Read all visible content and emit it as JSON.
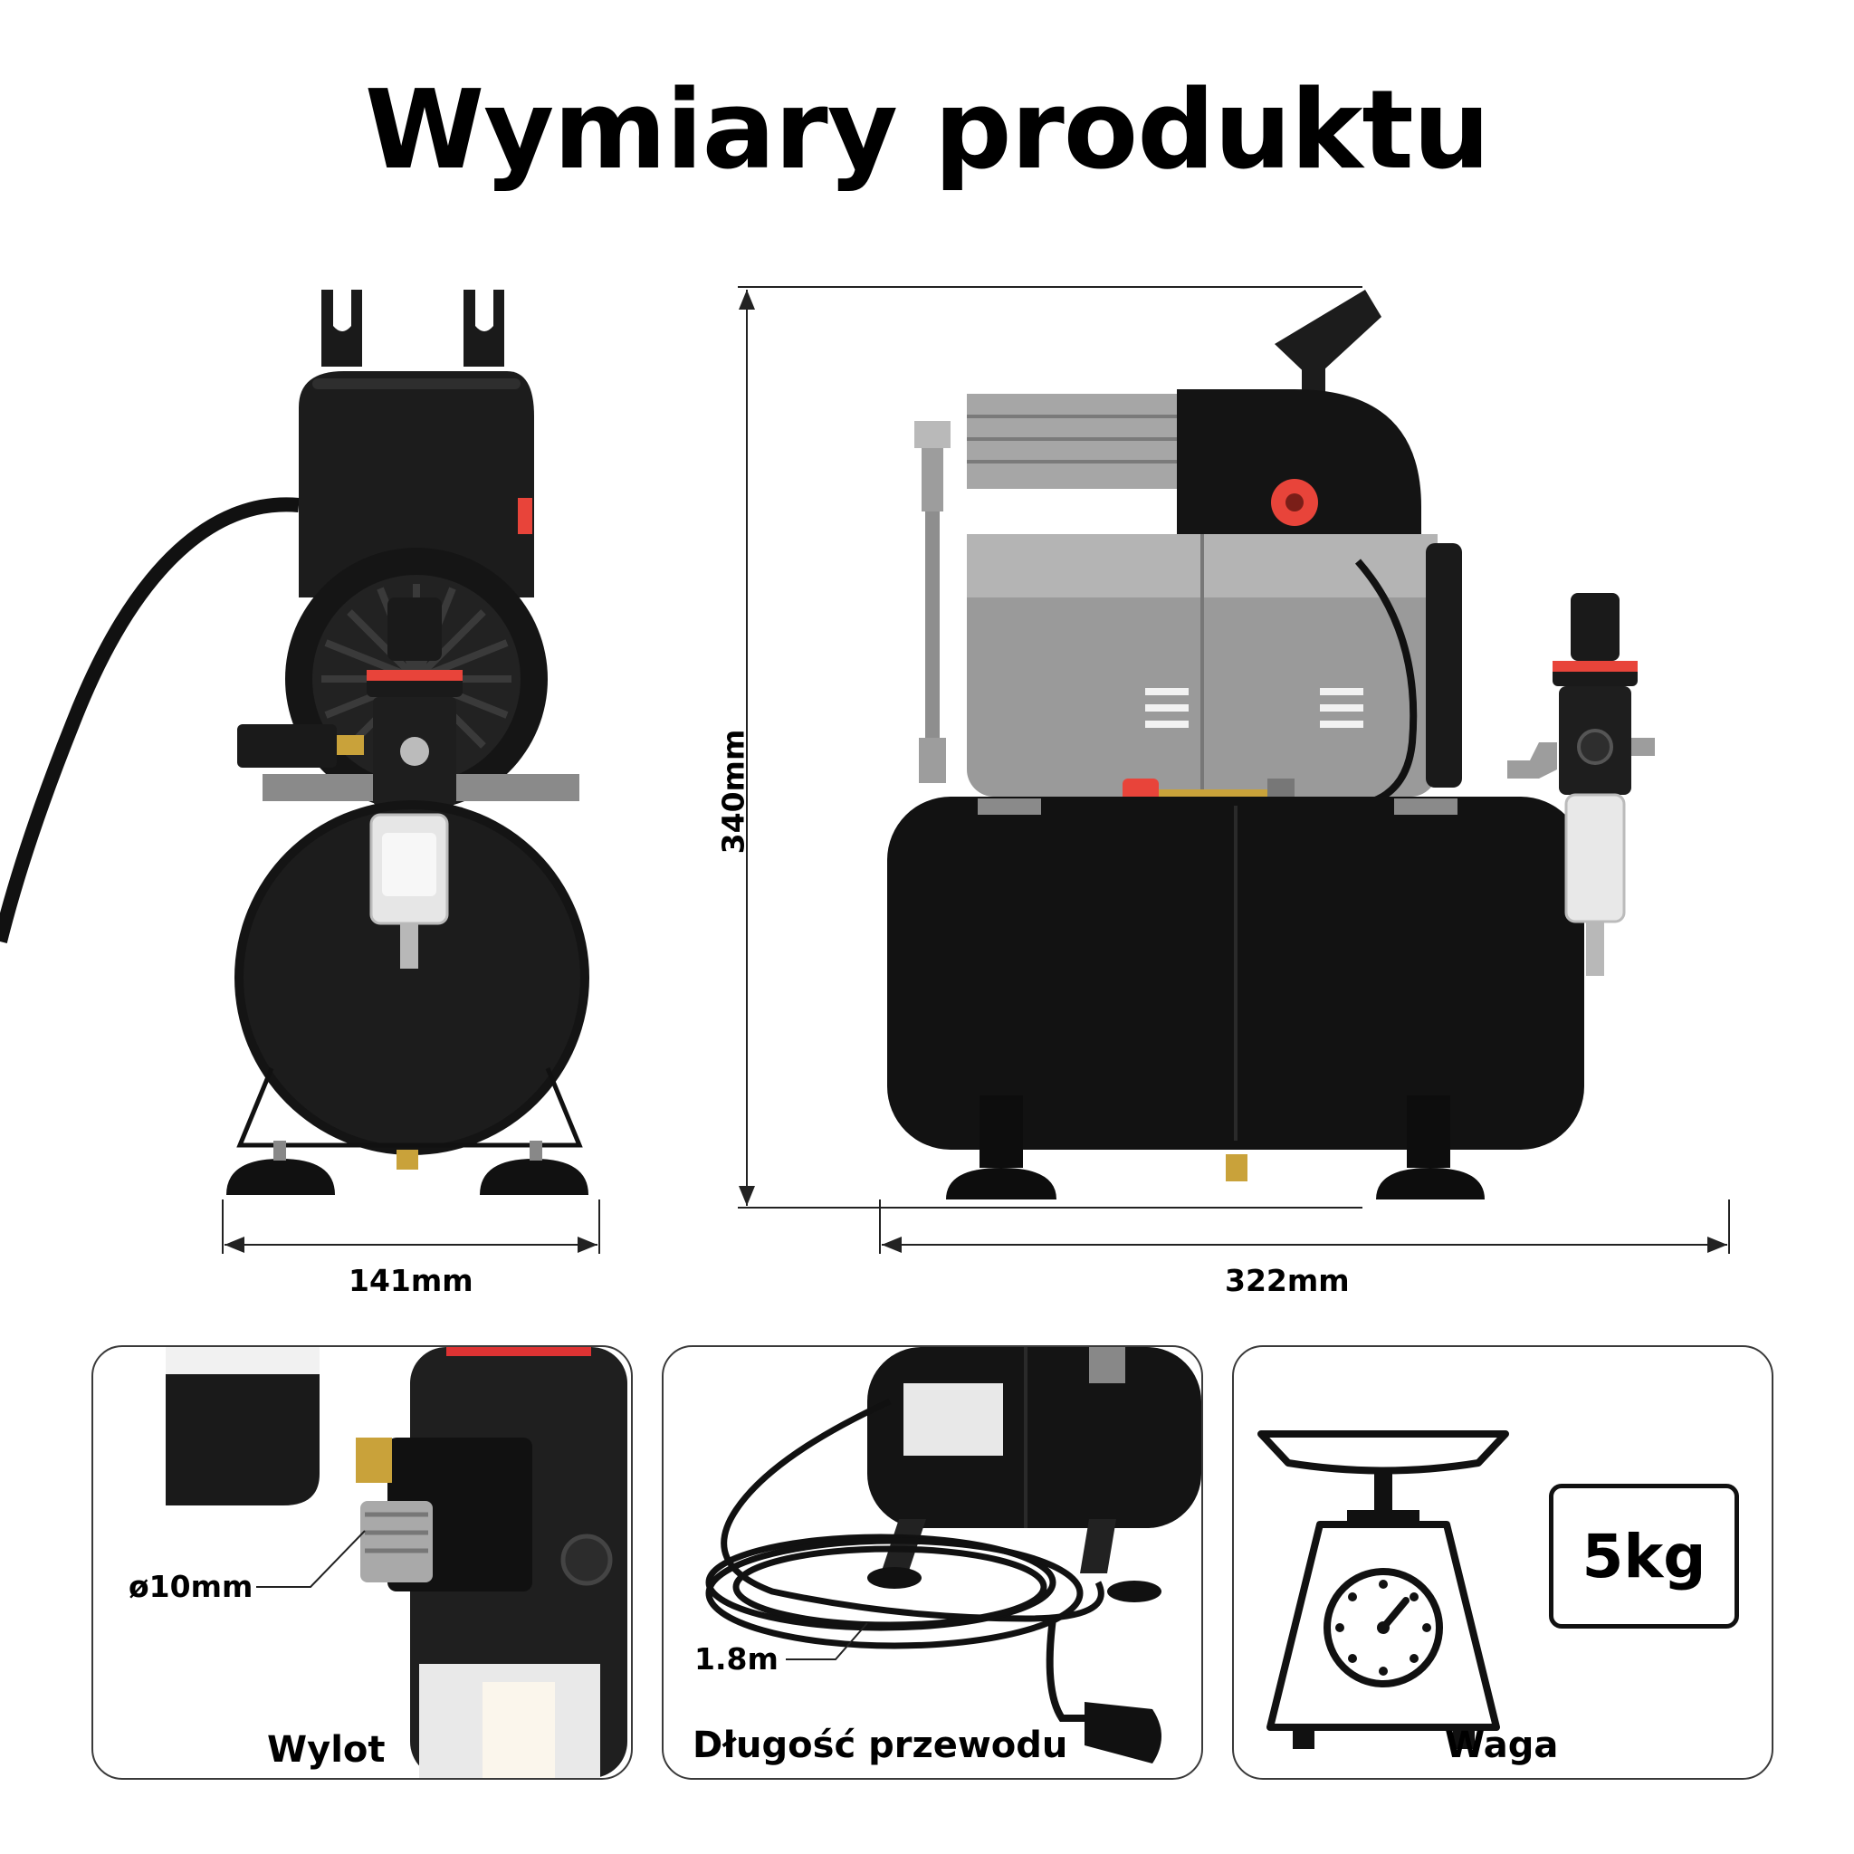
{
  "title": "Wymiary produktu",
  "dimensions": {
    "height": "340mm",
    "side_width": "141mm",
    "front_width": "322mm"
  },
  "details": [
    {
      "caption": "Wylot",
      "callout": "ø10mm",
      "icon": "outlet-fitting"
    },
    {
      "caption": "Długość przewodu",
      "callout": "1.8m",
      "icon": "power-cord"
    },
    {
      "caption": "Waga",
      "value": "5kg",
      "icon": "scale-icon"
    }
  ],
  "colors": {
    "text": "#000000",
    "product_body": "#111111",
    "motor_metal": "#9a9a9a",
    "switch_red": "#e8443a",
    "panel_border": "#3a3a3a"
  }
}
